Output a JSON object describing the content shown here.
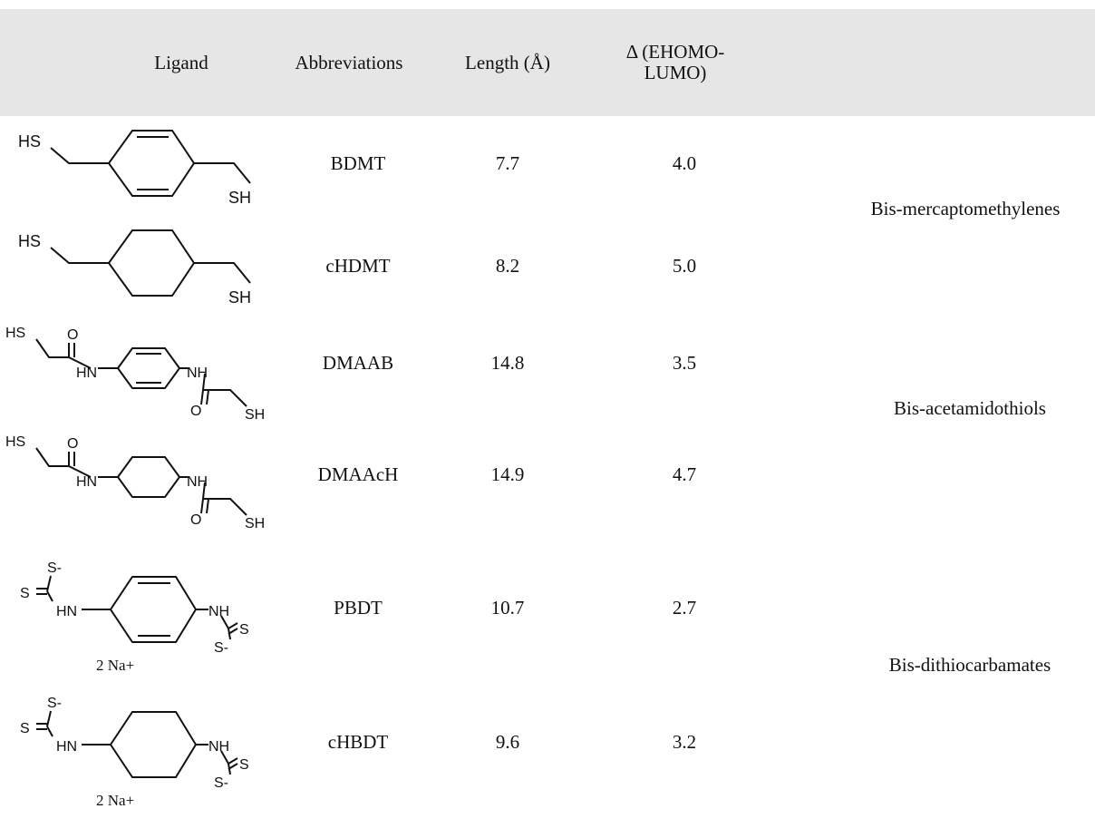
{
  "headers": {
    "ligand": "Ligand",
    "abbreviations": "Abbreviations",
    "length": "Length (Å)",
    "gap": "Δ (EHOMO-LUMO)"
  },
  "rows": [
    {
      "abbr": "BDMT",
      "length": "7.7",
      "gap": "4.0"
    },
    {
      "abbr": "cHDMT",
      "length": "8.2",
      "gap": "5.0"
    },
    {
      "abbr": "DMAAB",
      "length": "14.8",
      "gap": "3.5"
    },
    {
      "abbr": "DMAAcH",
      "length": "14.9",
      "gap": "4.7"
    },
    {
      "abbr": "PBDT",
      "length": "10.7",
      "gap": "2.7"
    },
    {
      "abbr": "cHBDT",
      "length": "9.6",
      "gap": "3.2"
    }
  ],
  "groups": {
    "mercapto": "Bis-mercaptomethylenes",
    "acetamido": "Bis-acetamidothiols",
    "dithiocarbamates": "Bis-dithiocarbamates"
  },
  "structure_labels": {
    "sh_left": "HS",
    "sh_right": "SH",
    "amide_o": "O",
    "amide_hn": "HN",
    "amide_nh": "NH",
    "thio_s": "S",
    "thio_s_anion": "S-",
    "counter_ion": "2 Na+"
  }
}
